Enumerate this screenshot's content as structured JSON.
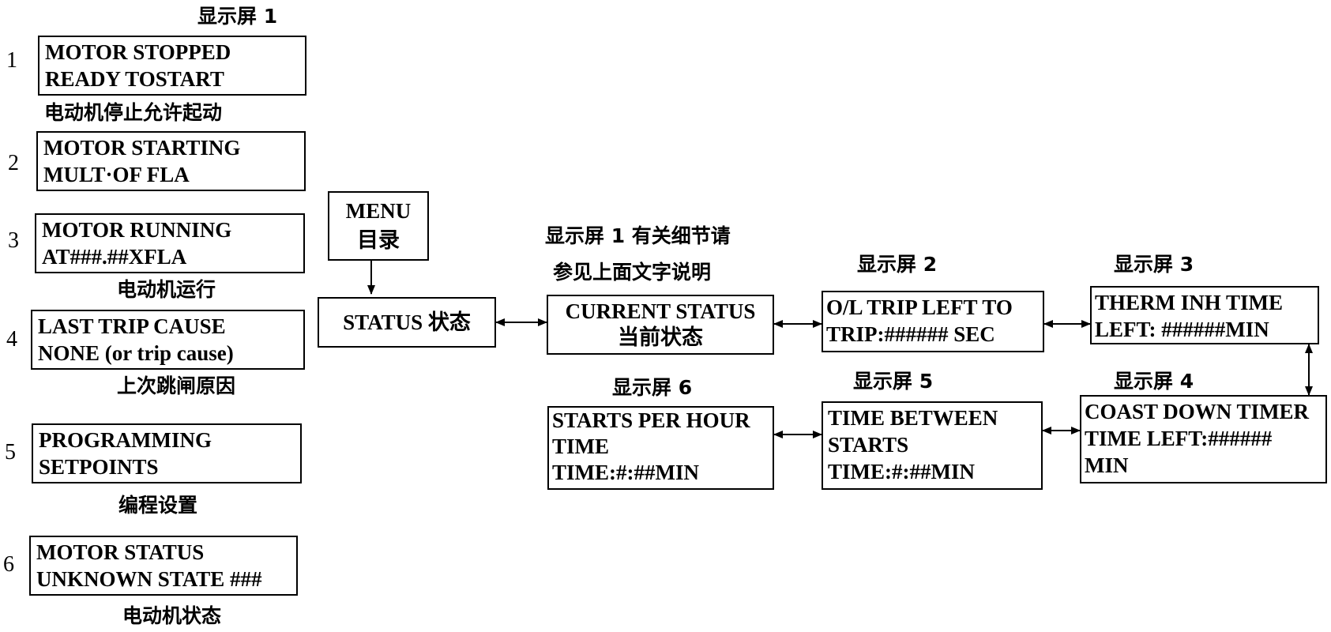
{
  "left_panel": {
    "title": "显示屏 1",
    "screens": [
      {
        "number": "1",
        "line1": "MOTOR STOPPED",
        "line2": "READY TOSTART",
        "caption": "电动机停止允许起动"
      },
      {
        "number": "2",
        "line1": "MOTOR STARTING",
        "line2": "MULT·OF FLA",
        "caption": ""
      },
      {
        "number": "3",
        "line1": "MOTOR RUNNING",
        "line2": "AT###.##XFLA",
        "caption": "电动机运行"
      },
      {
        "number": "4",
        "line1": "LAST TRIP CAUSE",
        "line2": "NONE (or trip cause)",
        "caption": "上次跳闸原因"
      },
      {
        "number": "5",
        "line1": "PROGRAMMING",
        "line2": "SETPOINTS",
        "caption": "编程设置"
      },
      {
        "number": "6",
        "line1": "MOTOR STATUS",
        "line2": "UNKNOWN STATE ###",
        "caption": "电动机状态"
      }
    ]
  },
  "menu": {
    "line1": "MENU",
    "line2": "目录"
  },
  "status": {
    "label": "STATUS 状态"
  },
  "current_status": {
    "note_line1": "显示屏 1 有关细节请",
    "note_line2": "参见上面文字说明",
    "line1": "CURRENT STATUS",
    "line2": "当前状态"
  },
  "display2": {
    "title": "显示屏 2",
    "line1": "O/L TRIP LEFT TO",
    "line2": "TRIP:###### SEC"
  },
  "display3": {
    "title": "显示屏 3",
    "line1": "THERM INH TIME",
    "line2": "LEFT: ######MIN"
  },
  "display4": {
    "title": "显示屏 4",
    "line1": "COAST DOWN TIMER",
    "line2": "TIME LEFT:######",
    "line3": "MIN"
  },
  "display5": {
    "title": "显示屏 5",
    "line1": "TIME BETWEEN",
    "line2": "STARTS",
    "line3": "TIME:#:##MIN"
  },
  "display6": {
    "title": "显示屏 6",
    "line1": "STARTS PER HOUR",
    "line2": "TIME",
    "line3": "TIME:#:##MIN"
  }
}
